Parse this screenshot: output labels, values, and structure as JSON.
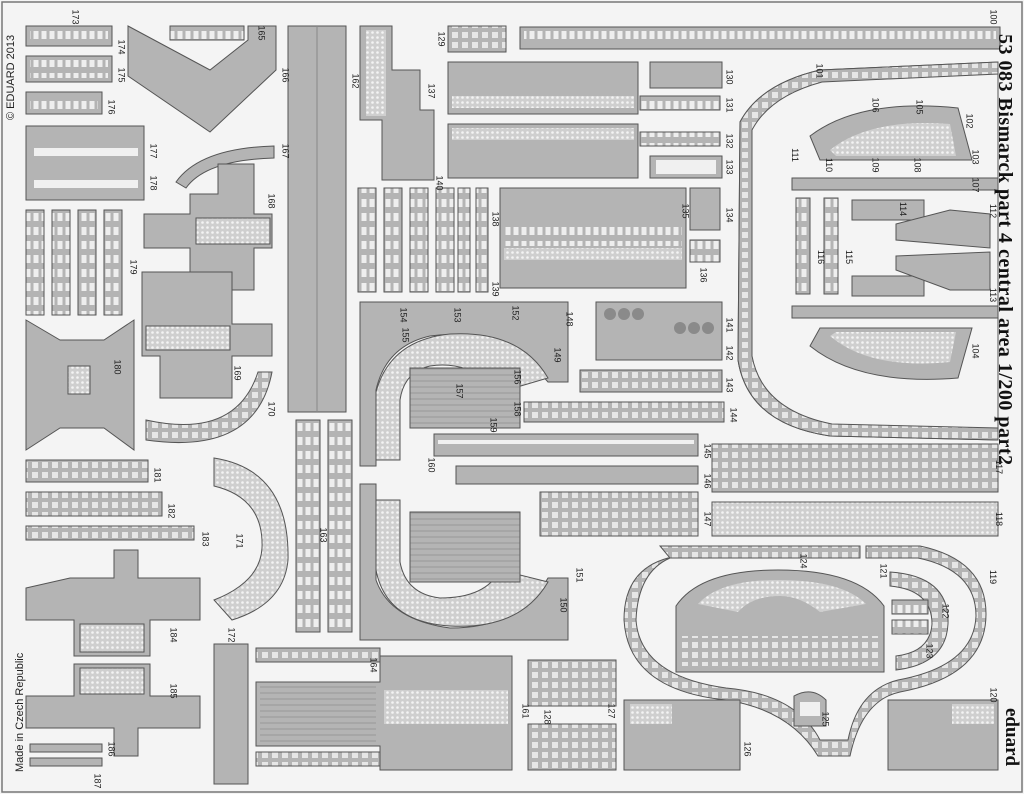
{
  "sheet": {
    "title": "53 083  Bismarck part 4 central area 1/200  part2",
    "brand": "eduard",
    "copyright": "© EDUARD 2013",
    "origin": "Made in Czech Republic"
  },
  "colors": {
    "background": "#f4f4f4",
    "fret": "#b4b4b4",
    "fret_dark": "#8a8a8a",
    "outline": "#555555",
    "mesh": "#d8d8d8"
  },
  "part_numbers": [
    "100",
    "101",
    "102",
    "103",
    "104",
    "105",
    "106",
    "107",
    "108",
    "109",
    "110",
    "111",
    "112",
    "113",
    "114",
    "115",
    "116",
    "117",
    "118",
    "119",
    "120",
    "121",
    "122",
    "123",
    "124",
    "125",
    "126",
    "127",
    "128",
    "129",
    "130",
    "131",
    "132",
    "133",
    "134",
    "135",
    "136",
    "137",
    "138",
    "139",
    "140",
    "141",
    "142",
    "143",
    "144",
    "145",
    "146",
    "147",
    "148",
    "149",
    "150",
    "151",
    "152",
    "153",
    "154",
    "155",
    "156",
    "157",
    "158",
    "159",
    "160",
    "161",
    "162",
    "163",
    "164",
    "165",
    "166",
    "167",
    "168",
    "169",
    "170",
    "171",
    "172",
    "173",
    "174",
    "175",
    "176",
    "177",
    "178",
    "179",
    "180",
    "181",
    "182",
    "183",
    "184",
    "185",
    "186",
    "187"
  ]
}
